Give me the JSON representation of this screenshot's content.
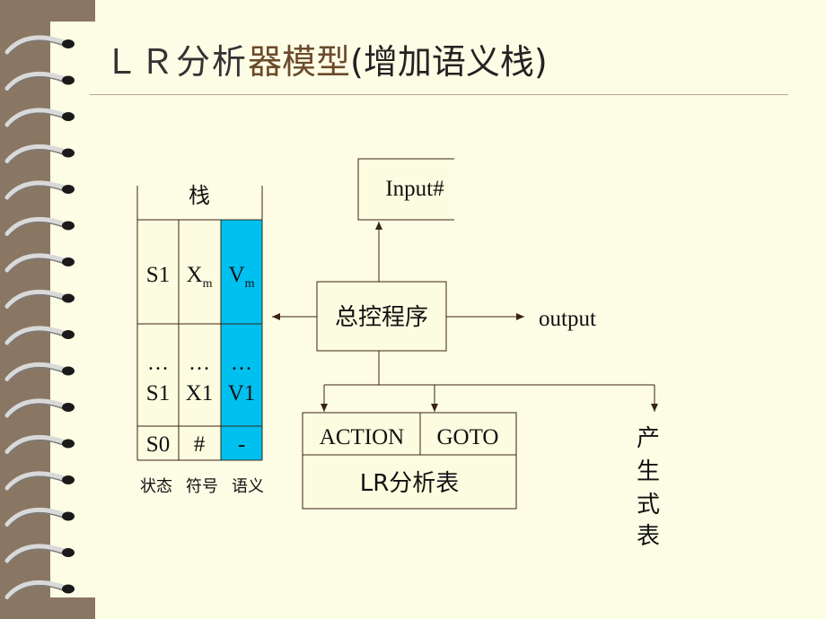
{
  "title": {
    "prefix": "ＬＲ分析",
    "emph": "器模型",
    "paren": "(增加语义栈)"
  },
  "stack": {
    "label": "栈",
    "top_row": {
      "state": "S1",
      "symbol": "X",
      "symbol_sub": "m",
      "semantic": "V",
      "semantic_sub": "m"
    },
    "mid_row": {
      "ellipsis": [
        "…",
        "…",
        "…"
      ],
      "state": "S1",
      "symbol": "X1",
      "semantic": "V1"
    },
    "bottom_row": {
      "state": "S0",
      "symbol": "#",
      "semantic": "-"
    },
    "col_labels": [
      "状态",
      "符号",
      "语义"
    ]
  },
  "input_box": {
    "label": "Input#"
  },
  "controller": {
    "label": "总控程序"
  },
  "output": {
    "label": "output"
  },
  "lr_table": {
    "action": "ACTION",
    "goto": "GOTO",
    "label": "LR分析表"
  },
  "production_table": {
    "label": [
      "产",
      "生",
      "式",
      "表"
    ]
  },
  "colors": {
    "semantic_column": "#00c0f0",
    "box_fill": "#fcfce0",
    "line": "#3a2410",
    "binding": "#8a7763",
    "title_emph": "#6b4a2a"
  }
}
